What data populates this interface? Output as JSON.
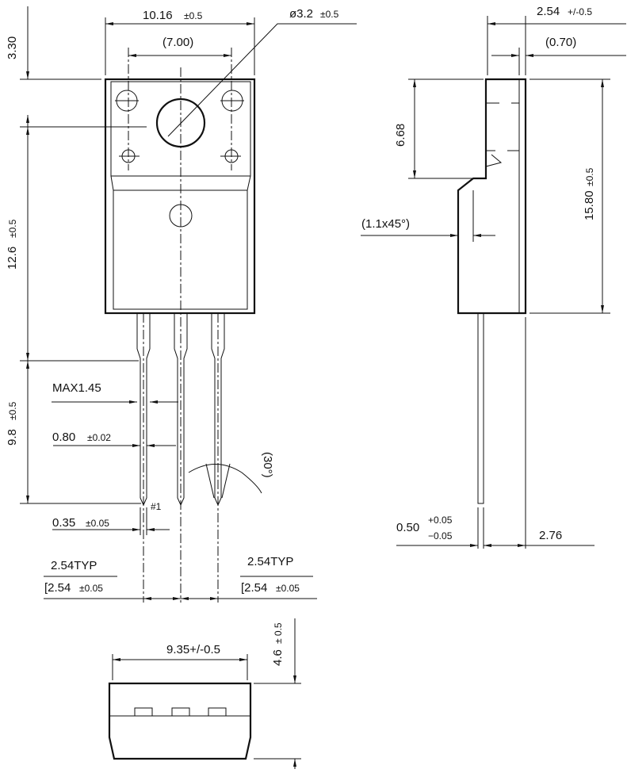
{
  "drawing": {
    "front": {
      "width": "10.16",
      "width_tol": "±0.5",
      "hole_spacing": "(7.00)",
      "hole_dia": "ø3.2",
      "hole_dia_tol": "±0.5",
      "tab_top": "3.30",
      "body_height": "12.6",
      "body_height_tol": "±0.5",
      "lead_length": "9.8",
      "lead_length_tol": "±0.5",
      "lead_max_width": "MAX1.45",
      "lead_width": "0.80",
      "lead_width_tol": "±0.02",
      "lead_thickness": "0.35",
      "lead_thickness_tol": "±0.05",
      "pin1": "#1",
      "angle": "(30°)",
      "pitch_left": "2.54TYP",
      "pitch_left_tol": "[2.54",
      "pitch_left_tol2": "±0.05",
      "pitch_right": "2.54TYP",
      "pitch_right_tol": "[2.54",
      "pitch_right_tol2": "±0.05"
    },
    "side": {
      "thickness": "2.54",
      "thickness_tol": "+/-0.5",
      "tab_thickness": "(0.70)",
      "tab_height": "6.68",
      "total_height": "15.80",
      "total_height_tol": "±0.5",
      "chamfer": "(1.1x45°)",
      "lead_thick": "0.50",
      "lead_thick_plus": "+0.05",
      "lead_thick_minus": "−0.05",
      "lead_offset": "2.76"
    },
    "bottom": {
      "width": "9.35+/-0.5",
      "height": "4.6",
      "height_tol": "± 0.5"
    }
  }
}
